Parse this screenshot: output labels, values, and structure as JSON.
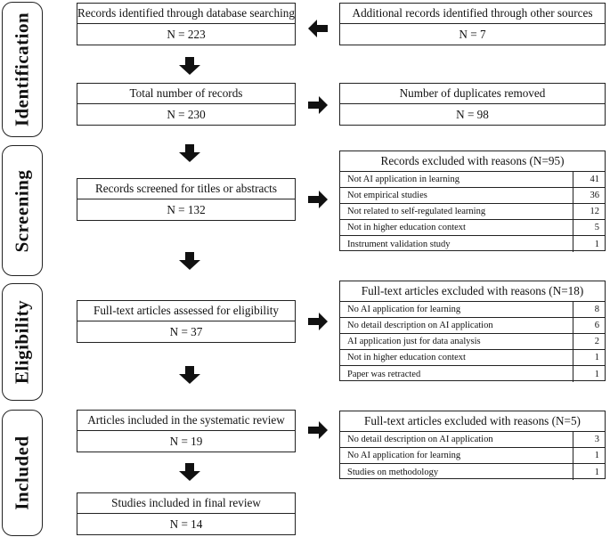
{
  "stages": [
    {
      "label": "Identification"
    },
    {
      "label": "Screening"
    },
    {
      "label": "Eligibility"
    },
    {
      "label": "Included"
    }
  ],
  "boxes": {
    "db_search": {
      "title": "Records identified through database searching",
      "count": "N = 223"
    },
    "other_sources": {
      "title": "Additional records identified through other sources",
      "count": "N = 7"
    },
    "total": {
      "title": "Total number of records",
      "count": "N = 230"
    },
    "duplicates": {
      "title": "Number of duplicates removed",
      "count": "N = 98"
    },
    "screened": {
      "title": "Records screened for titles or abstracts",
      "count": "N = 132"
    },
    "assessed": {
      "title": "Full-text articles assessed for eligibility",
      "count": "N = 37"
    },
    "included_review": {
      "title": "Articles included in the systematic review",
      "count": "N = 19"
    },
    "final_review": {
      "title": "Studies included in final review",
      "count": "N = 14"
    }
  },
  "exclusions": {
    "screening": {
      "title": "Records excluded with reasons (N=95)",
      "rows": [
        {
          "label": "Not AI application in learning",
          "value": "41"
        },
        {
          "label": "Not empirical studies",
          "value": "36"
        },
        {
          "label": "Not related to self-regulated learning",
          "value": "12"
        },
        {
          "label": "Not in higher education context",
          "value": "5"
        },
        {
          "label": "Instrument validation study",
          "value": "1"
        }
      ]
    },
    "eligibility": {
      "title": "Full-text articles excluded with reasons (N=18)",
      "rows": [
        {
          "label": "No AI application for learning",
          "value": "8"
        },
        {
          "label": "No detail description on AI application",
          "value": "6"
        },
        {
          "label": "AI application just for data analysis",
          "value": "2"
        },
        {
          "label": "Not in higher education context",
          "value": "1"
        },
        {
          "label": "Paper was retracted",
          "value": "1"
        }
      ]
    },
    "included": {
      "title": "Full-text articles excluded with reasons (N=5)",
      "rows": [
        {
          "label": "No detail description on AI application",
          "value": "3"
        },
        {
          "label": "No AI application for learning",
          "value": "1"
        },
        {
          "label": "Studies on methodology",
          "value": "1"
        }
      ]
    }
  }
}
